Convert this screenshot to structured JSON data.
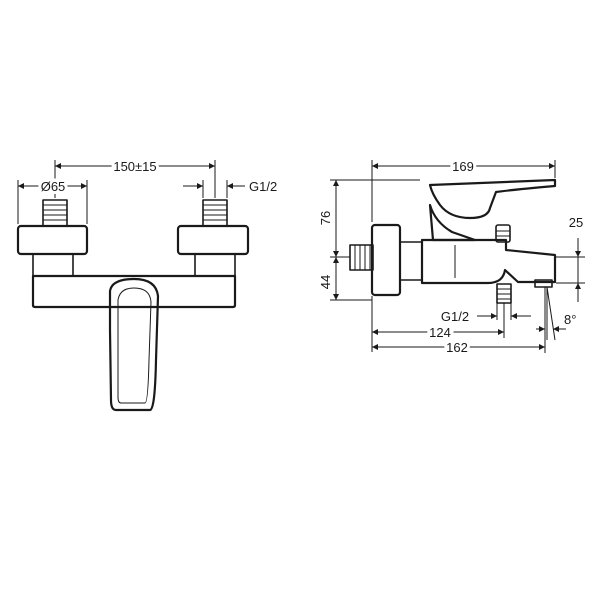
{
  "front_view": {
    "dim_spacing": "150±15",
    "dim_diameter": "Ø65",
    "dim_thread": "G1/2"
  },
  "side_view": {
    "dim_depth": "169",
    "dim_height_upper": "76",
    "dim_height_lower": "44",
    "dim_spout_height": "25",
    "dim_thread": "G1/2",
    "dim_outlet": "124",
    "dim_spout_length": "162",
    "dim_angle": "8°"
  },
  "colors": {
    "line": "#1a1a1a",
    "background": "#ffffff"
  }
}
